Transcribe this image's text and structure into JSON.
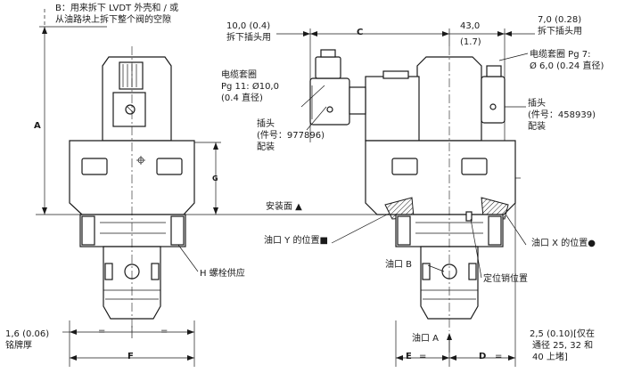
{
  "notes": {
    "b_note": "B：用来拆下 LVDT 外壳和 / 或从油路块上拆下整个阀的空隙",
    "b_note_line1": "B：用来拆下 LVDT 外壳和 / 或",
    "b_note_line2": "从油路块上拆下整个阀的空隙",
    "mounting_surface": "安装面 ▲",
    "nameplate_thickness_value": "1,6 (0.06)",
    "nameplate_thickness_label": "铭牌厚",
    "h_bolt": "H 螺栓供应"
  },
  "dimensions": {
    "a": "A",
    "b": "B",
    "c": "C",
    "d": "D",
    "e": "E",
    "f": "F",
    "g": "G",
    "left_plug_value": "10,0 (0.4)",
    "left_plug_label": "拆下插头用",
    "width_43_value": "43,0",
    "width_43_inch": "(1.7)",
    "right_plug_value": "7,0 (0.28)",
    "right_plug_label": "拆下插头用",
    "equal_mark": "=",
    "bottom_right_value": "2,5 (0.10)[仅在",
    "bottom_right_line2": "通径 25, 32 和",
    "bottom_right_line3": "40 上堵]"
  },
  "callouts": {
    "cable_gland_left_1": "电缆套圈",
    "cable_gland_left_2": "Pg 11: Ø10,0",
    "cable_gland_left_3": "(0.4 直径)",
    "plug_left_1": "插头",
    "plug_left_2": "(件号：977896)",
    "plug_left_3": "配装",
    "cable_gland_right_1": "电缆套圈 Pg 7:",
    "cable_gland_right_2": "Ø 6,0 (0.24 直径)",
    "plug_right_1": "插头",
    "plug_right_2": "(件号：458939)",
    "plug_right_3": "配装",
    "port_y": "油口 Y 的位置■",
    "port_x": "油口 X 的位置●",
    "port_b": "油口 B",
    "port_a": "油口 A",
    "locating_pin": "定位销位置"
  }
}
